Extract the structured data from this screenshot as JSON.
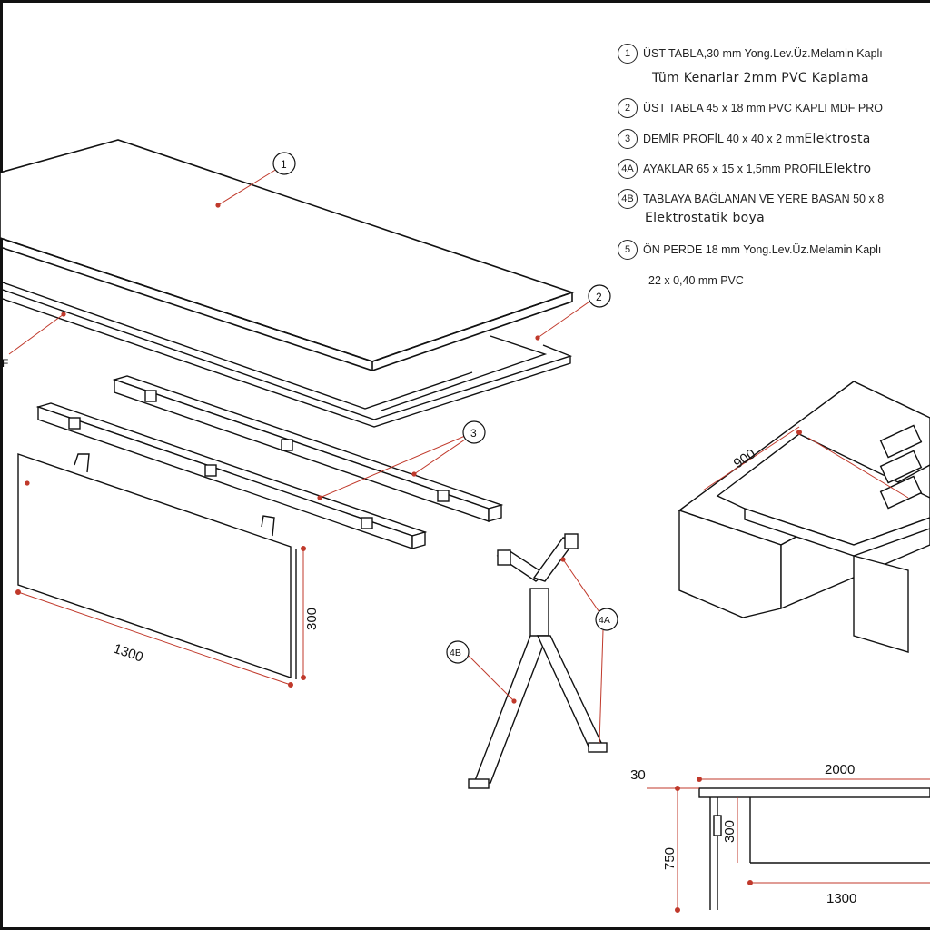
{
  "legend": {
    "items": [
      {
        "num": "1",
        "text": "ÜST TABLA,30 mm Yong.Lev.Üz.Melamin Kaplı",
        "sub": "Tüm Kenarlar 2mm PVC Kaplama"
      },
      {
        "num": "2",
        "text": "ÜST TABLA 45 x 18 mm PVC KAPLI MDF PRO"
      },
      {
        "num": "3",
        "text": "DEMİR PROFİL 40 x 40 x 2 mm ",
        "tail": "Elektrosta"
      },
      {
        "num": "4A",
        "text": "AYAKLAR 65 x 15 x 1,5mm PROFİL ",
        "tail": "Elektro"
      },
      {
        "num": "4B",
        "text": "TABLAYA BAĞLANAN VE YERE BASAN 50 x 8",
        "sub": "Elektrostatik boya"
      },
      {
        "num": "5",
        "text": "ÖN PERDE 18 mm Yong.Lev.Üz.Melamin Kaplı",
        "sub": "22 x 0,40 mm PVC"
      }
    ]
  },
  "callouts": {
    "c1": "1",
    "c2": "2",
    "c3": "3",
    "c4a": "4A",
    "c4b": "4B",
    "cut_label": "F"
  },
  "dimensions": {
    "panel_width": "1300",
    "panel_height": "300",
    "desk_depth_iso": "900",
    "side_top_thickness": "30",
    "side_length": "2000",
    "side_height": "750",
    "side_panel_height": "300",
    "side_panel_width": "1300"
  },
  "colors": {
    "line": "#111111",
    "leader": "#c0392b",
    "leader_dot": "#c0392b"
  }
}
